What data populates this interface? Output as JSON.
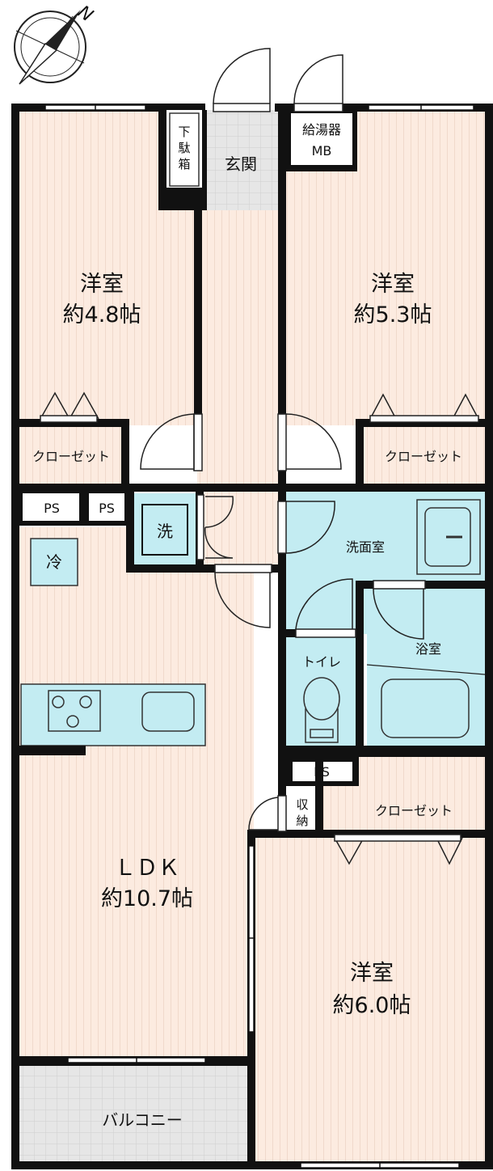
{
  "compass": {
    "north_label": "N"
  },
  "rooms": {
    "western_room_nw": {
      "name": "洋室",
      "size": "約4.8帖"
    },
    "western_room_ne": {
      "name": "洋室",
      "size": "約5.3帖"
    },
    "western_room_s": {
      "name": "洋室",
      "size": "約6.0帖"
    },
    "ldk": {
      "name": "ＬＤＫ",
      "size": "約10.7帖"
    },
    "entrance": {
      "name": "玄関"
    },
    "shoe_box": {
      "chars": [
        "下",
        "駄",
        "箱"
      ]
    },
    "water_heater": {
      "line1": "給湯器",
      "line2": "MB"
    },
    "closet_nw": {
      "name": "クローゼット"
    },
    "closet_ne": {
      "name": "クローゼット"
    },
    "closet_s": {
      "name": "クローゼット"
    },
    "ps_1": {
      "name": "PS"
    },
    "ps_2": {
      "name": "PS"
    },
    "ps_3": {
      "name": "PS"
    },
    "washer": {
      "name": "洗"
    },
    "fridge": {
      "name": "冷"
    },
    "washroom": {
      "name": "洗面室"
    },
    "bathroom": {
      "name": "浴室"
    },
    "toilet": {
      "name": "トイレ"
    },
    "storage": {
      "chars": [
        "収",
        "納"
      ]
    },
    "balcony": {
      "name": "バルコニー"
    }
  },
  "colors": {
    "room_fill": "#fcebe0",
    "wet_area_fill": "#c3ecf2",
    "tile_fill": "#e8e8e8",
    "wall": "#111111"
  }
}
